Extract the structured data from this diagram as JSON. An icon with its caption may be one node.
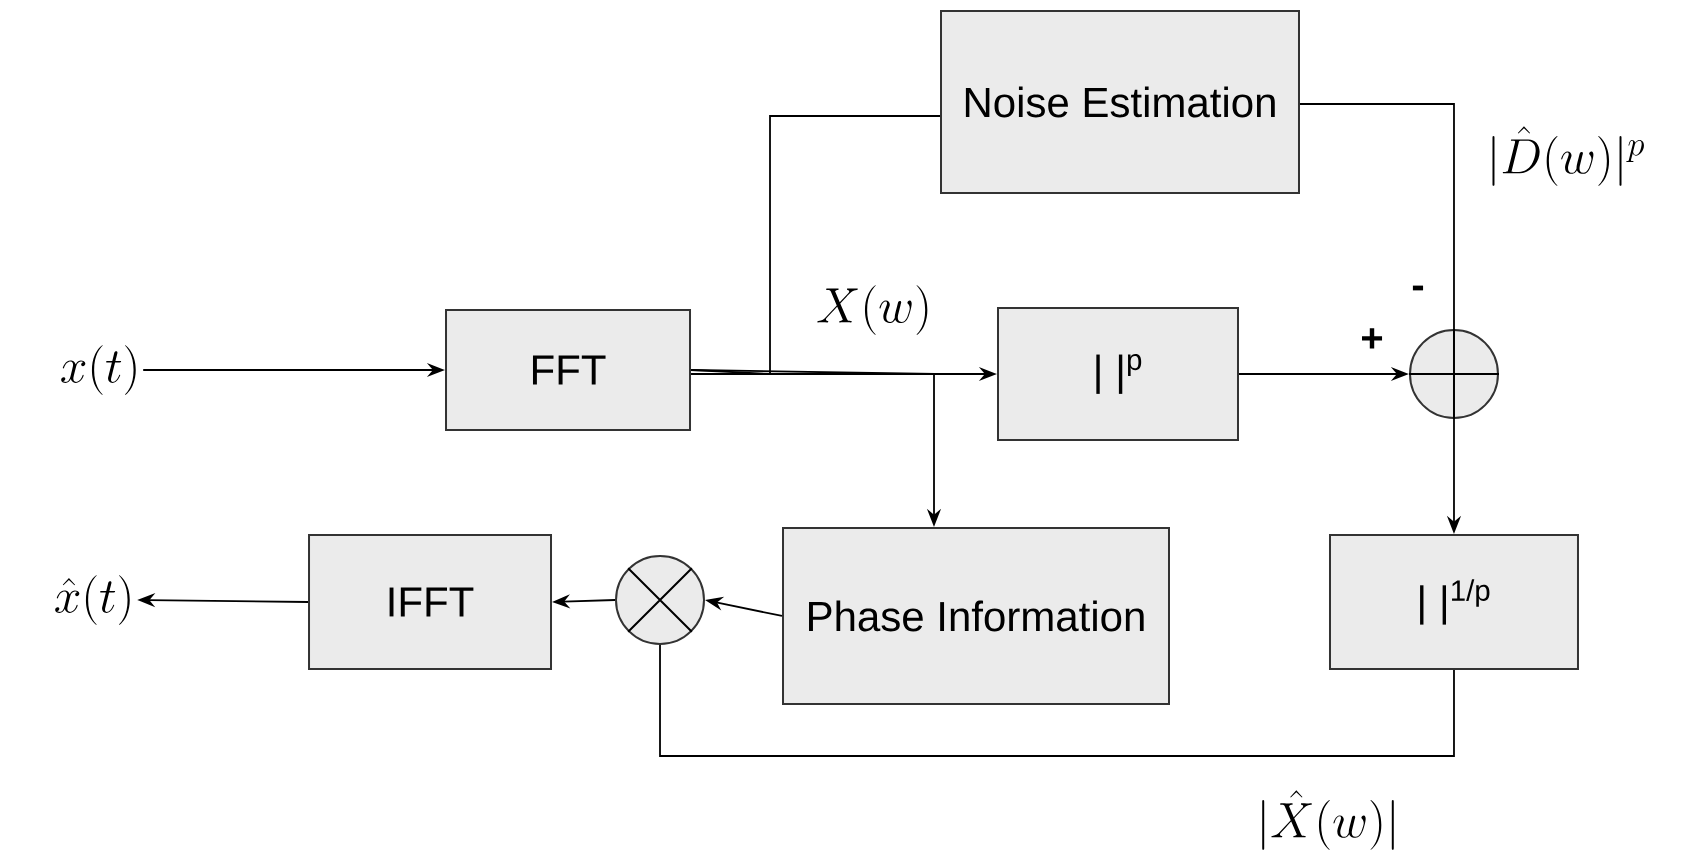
{
  "diagram": {
    "nodes": [
      {
        "text": [
          "x(t)"
        ]
      },
      {
        "text": [
          "FFT"
        ]
      },
      {
        "text": [
          "Noise Estimation"
        ]
      },
      {
        "text": [
          "| |$^{p}$"
        ]
      },
      {
        "text": [],
        "shape": "circle"
      },
      {
        "text": [
          "| |$^{1/p}$"
        ]
      },
      {
        "text": [
          "Phase Information"
        ]
      },
      {
        "text": [],
        "shape": "circle"
      },
      {
        "text": [
          "IFFT"
        ]
      },
      {
        "text": [
          "\\hat{x}(t)"
        ]
      }
    ],
    "edges": [
      {
        "from": 0,
        "to": 1,
        "arrow": "to"
      },
      {
        "from": 1,
        "to": 3,
        "arrow": "to",
        "label": "X(w)"
      },
      {
        "from": 1,
        "to": 2,
        "arrow": "none"
      },
      {
        "from": 2,
        "to": 4,
        "arrow": "none",
        "label": "|\\hat{D}(w)|^p"
      },
      {
        "from": 3,
        "to": 4,
        "arrow": "to"
      },
      {
        "from": 4,
        "to": 5,
        "arrow": "to"
      },
      {
        "from": 1,
        "to": 6,
        "arrow": "to"
      },
      {
        "from": 5,
        "to": 7,
        "arrow": "none",
        "label": "|\\hat{X}(w)|"
      },
      {
        "from": 6,
        "to": 7,
        "arrow": "to"
      },
      {
        "from": 7,
        "to": 8,
        "arrow": "to"
      },
      {
        "from": 8,
        "to": 9,
        "arrow": "to"
      }
    ],
    "labels": [
      "+",
      "-"
    ]
  }
}
